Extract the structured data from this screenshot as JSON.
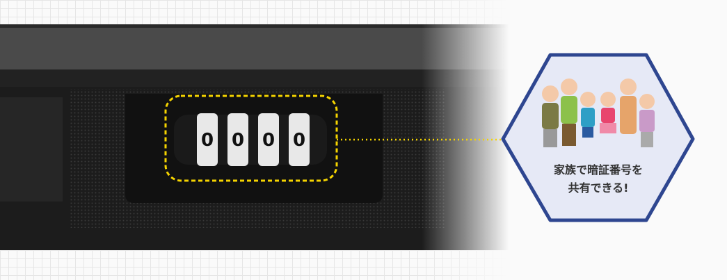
{
  "callout": {
    "line1": "家族で暗証番号を",
    "line2": "共有できる!"
  },
  "lock": {
    "digits": [
      "0",
      "0",
      "0",
      "0"
    ]
  },
  "colors": {
    "hex_border": "#2e4690",
    "hex_fill": "#e6e9f6",
    "highlight": "#f5d400"
  }
}
